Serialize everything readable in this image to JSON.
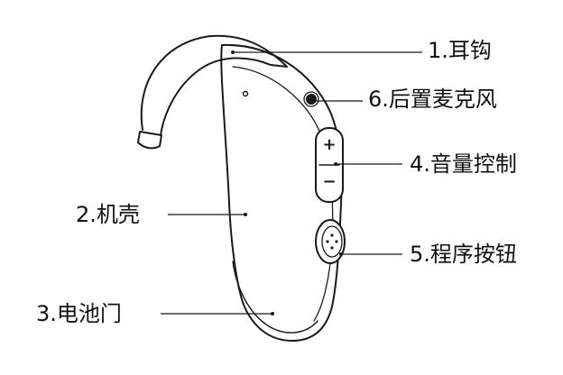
{
  "labels": {
    "ear_hook": "1.耳钩",
    "shell": "2.机壳",
    "battery_door": "3.电池门",
    "volume_control": "4.音量控制",
    "program_button": "5.程序按钮",
    "rear_microphone": "6.后置麦克风"
  },
  "volume_symbols": {
    "plus": "+",
    "minus": "−"
  },
  "colors": {
    "stroke": "#1a1a1a",
    "fill": "#ffffff",
    "text": "#111111"
  }
}
